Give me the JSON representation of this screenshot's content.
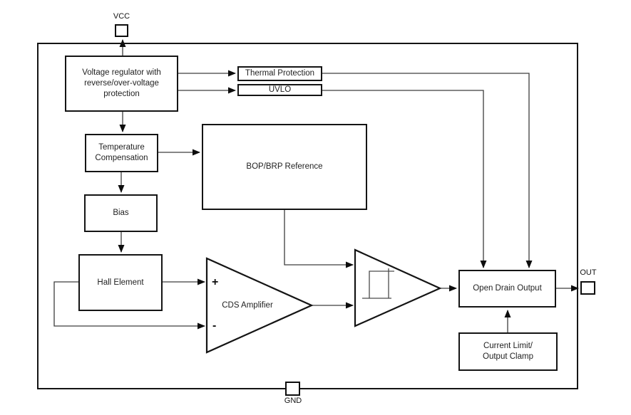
{
  "labels": {
    "vcc_pin": "VCC",
    "gnd_pin": "GND",
    "out_pin": "OUT",
    "voltage_regulator": "Voltage regulator with reverse/over-voltage protection",
    "thermal_protection": "Thermal Protection",
    "uvlo": "UVLO",
    "temperature_compensation": "Temperature Compensation",
    "bop_brp_reference": "BOP/BRP Reference",
    "bias": "Bias",
    "hall_element": "Hall Element",
    "cds_amplifier": "CDS Amplifier",
    "plus_input": "+",
    "minus_input": "-",
    "open_drain_output": "Open Drain Output",
    "current_limit_output_clamp": "Current Limit/ Output Clamp"
  },
  "colors": {
    "background": "#ffffff",
    "border": "#141414",
    "line": "#3d3d3d",
    "text": "#1f1f1f"
  }
}
